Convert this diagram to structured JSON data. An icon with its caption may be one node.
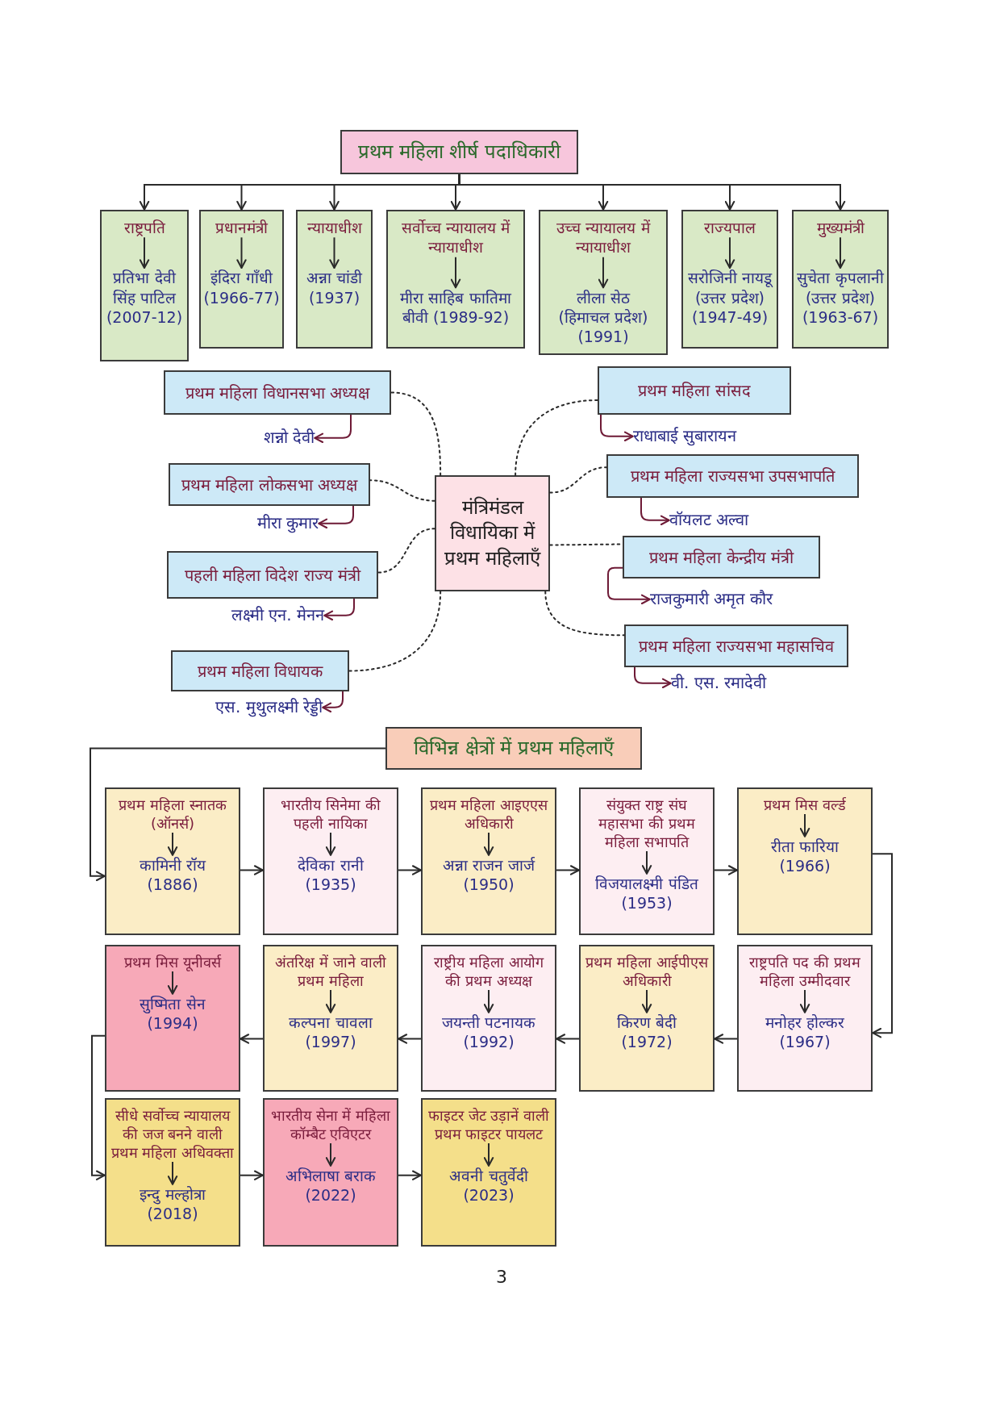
{
  "diagram": {
    "nodes": [
      {
        "text": [
          "प्रथम महिला शीर्ष पदाधिकारी"
        ]
      },
      {
        "text": [],
        "shape": "box"
      },
      {
        "text": [
          "राष्ट्रपति"
        ],
        "in": 1
      },
      {
        "text": [
          "प्रतिभा देवी सिंह पाटिल",
          "(2007-12)"
        ],
        "in": 1
      },
      {
        "text": [],
        "shape": "box"
      },
      {
        "text": [
          "प्रधानमंत्री"
        ],
        "in": 4
      },
      {
        "text": [
          "इंदिरा गाँधी",
          "(1966-77)"
        ],
        "in": 4
      },
      {
        "text": [],
        "shape": "box"
      },
      {
        "text": [
          "न्यायाधीश"
        ],
        "in": 7
      },
      {
        "text": [
          "अन्ना चांडी",
          "(1937)"
        ],
        "in": 7
      },
      {
        "text": [],
        "shape": "box"
      },
      {
        "text": [
          "सर्वोच्च न्यायालय में न्यायाधीश"
        ],
        "in": 10
      },
      {
        "text": [
          "मीरा साहिब फातिमा बीवी (1989-92)"
        ],
        "in": 10
      },
      {
        "text": [],
        "shape": "box"
      },
      {
        "text": [
          "उच्च न्यायालय में न्यायाधीश"
        ],
        "in": 13
      },
      {
        "text": [
          "लीला सेठ",
          "(हिमाचल प्रदेश)",
          "(1991)"
        ],
        "in": 13
      },
      {
        "text": [],
        "shape": "box"
      },
      {
        "text": [
          "राज्यपाल"
        ],
        "in": 16
      },
      {
        "text": [
          "सरोजिनी नायडू",
          "(उत्तर प्रदेश)",
          "(1947-49)"
        ],
        "in": 16
      },
      {
        "text": [],
        "shape": "box"
      },
      {
        "text": [
          "मुख्यमंत्री"
        ],
        "in": 19
      },
      {
        "text": [
          "सुचेता कृपलानी",
          "(उत्तर प्रदेश)",
          "(1963-67)"
        ],
        "in": 19
      },
      {
        "text": [
          "मंत्रिमंडल विधायिका में प्रथम महिलाएँ"
        ]
      },
      {
        "text": [
          "प्रथम महिला विधानसभा अध्यक्ष"
        ]
      },
      {
        "text": [
          "शन्नो देवी"
        ]
      },
      {
        "text": [
          "प्रथम महिला लोकसभा अध्यक्ष"
        ]
      },
      {
        "text": [
          "मीरा कुमार"
        ]
      },
      {
        "text": [
          "पहली महिला विदेश राज्य मंत्री"
        ]
      },
      {
        "text": [
          "लक्ष्मी एन. मेनन"
        ]
      },
      {
        "text": [
          "प्रथम महिला विधायक"
        ]
      },
      {
        "text": [
          "एस. मुथुलक्ष्मी रेड्डी"
        ]
      },
      {
        "text": [
          "प्रथम महिला सांसद"
        ]
      },
      {
        "text": [
          "राधाबाई सुबारायन"
        ]
      },
      {
        "text": [
          "प्रथम महिला राज्यसभा उपसभापति"
        ]
      },
      {
        "text": [
          "वॉयलट अल्वा"
        ]
      },
      {
        "text": [
          "प्रथम महिला केन्द्रीय मंत्री"
        ]
      },
      {
        "text": [
          "राजकुमारी अमृत कौर"
        ]
      },
      {
        "text": [
          "प्रथम महिला राज्यसभा महासचिव"
        ]
      },
      {
        "text": [
          "वी. एस. रमादेवी"
        ]
      },
      {
        "text": [
          "विभिन्न क्षेत्रों में प्रथम महिलाएँ"
        ]
      },
      {
        "text": [],
        "shape": "box"
      },
      {
        "text": [
          "प्रथम महिला स्नातक (ऑनर्स)"
        ],
        "in": 40
      },
      {
        "text": [
          "कामिनी रॉय",
          "(1886)"
        ],
        "in": 40
      },
      {
        "text": [],
        "shape": "box"
      },
      {
        "text": [
          "भारतीय सिनेमा की पहली नायिका"
        ],
        "in": 43
      },
      {
        "text": [
          "देविका रानी",
          "(1935)"
        ],
        "in": 43
      },
      {
        "text": [],
        "shape": "box"
      },
      {
        "text": [
          "प्रथम महिला आइएएस अधिकारी"
        ],
        "in": 46
      },
      {
        "text": [
          "अन्ना राजन जार्ज (1950)"
        ],
        "in": 46
      },
      {
        "text": [],
        "shape": "box"
      },
      {
        "text": [
          "संयुक्त राष्ट्र संघ महासभा की प्रथम महिला सभापति"
        ],
        "in": 49
      },
      {
        "text": [
          "विजयालक्ष्मी पंडित",
          "(1953)"
        ],
        "in": 49
      },
      {
        "text": [],
        "shape": "box"
      },
      {
        "text": [
          "प्रथम मिस वर्ल्ड"
        ],
        "in": 52
      },
      {
        "text": [
          "रीता फारिया",
          "(1966)"
        ],
        "in": 52
      },
      {
        "text": [],
        "shape": "box"
      },
      {
        "text": [
          "प्रथम मिस यूनीवर्स"
        ],
        "in": 55
      },
      {
        "text": [
          "सुष्मिता सेन",
          "(1994)"
        ],
        "in": 55
      },
      {
        "text": [],
        "shape": "box"
      },
      {
        "text": [
          "अंतरिक्ष में जाने वाली प्रथम महिला"
        ],
        "in": 58
      },
      {
        "text": [
          "कल्पना चावला",
          "(1997)"
        ],
        "in": 58
      },
      {
        "text": [],
        "shape": "box"
      },
      {
        "text": [
          "राष्ट्रीय महिला आयोग की प्रथम अध्यक्ष"
        ],
        "in": 61
      },
      {
        "text": [
          "जयन्ती पटनायक",
          "(1992)"
        ],
        "in": 61
      },
      {
        "text": [],
        "shape": "box"
      },
      {
        "text": [
          "प्रथम महिला आईपीएस अधिकारी"
        ],
        "in": 64
      },
      {
        "text": [
          "किरण बेदी",
          "(1972)"
        ],
        "in": 64
      },
      {
        "text": [],
        "shape": "box"
      },
      {
        "text": [
          "राष्ट्रपति पद की प्रथम महिला उम्मीदवार"
        ],
        "in": 67
      },
      {
        "text": [
          "मनोहर होल्कर",
          "(1967)"
        ],
        "in": 67
      },
      {
        "text": [],
        "shape": "box"
      },
      {
        "text": [
          "सीधे सर्वोच्च न्यायालय की जज बनने वाली प्रथम महिला अधिवक्ता"
        ],
        "in": 70
      },
      {
        "text": [
          "इन्दु मल्होत्रा",
          "(2018)"
        ],
        "in": 70
      },
      {
        "text": [],
        "shape": "box"
      },
      {
        "text": [
          "भारतीय सेना में महिला कॉम्बैट एविएटर"
        ],
        "in": 73
      },
      {
        "text": [
          "अभिलाषा बराक",
          "(2022)"
        ],
        "in": 73
      },
      {
        "text": [],
        "shape": "box"
      },
      {
        "text": [
          "फाइटर जेट उड़ानें वाली प्रथम फाइटर पायलट"
        ],
        "in": 76
      },
      {
        "text": [
          "अवनी चतुर्वेदी",
          "(2023)"
        ],
        "in": 76
      }
    ],
    "edges": [
      {
        "from": 0,
        "to": 1,
        "arrow": "to"
      },
      {
        "from": 0,
        "to": 4,
        "arrow": "to"
      },
      {
        "from": 0,
        "to": 7,
        "arrow": "to"
      },
      {
        "from": 0,
        "to": 10,
        "arrow": "to"
      },
      {
        "from": 0,
        "to": 13,
        "arrow": "to"
      },
      {
        "from": 0,
        "to": 16,
        "arrow": "to"
      },
      {
        "from": 0,
        "to": 19,
        "arrow": "to"
      },
      {
        "from": 2,
        "to": 3,
        "arrow": "to"
      },
      {
        "from": 5,
        "to": 6,
        "arrow": "to"
      },
      {
        "from": 8,
        "to": 9,
        "arrow": "to"
      },
      {
        "from": 11,
        "to": 12,
        "arrow": "to"
      },
      {
        "from": 14,
        "to": 15,
        "arrow": "to"
      },
      {
        "from": 17,
        "to": 18,
        "arrow": "to"
      },
      {
        "from": 20,
        "to": 21,
        "arrow": "to"
      },
      {
        "from": 22,
        "to": 23,
        "arrow": "none",
        "style": "dashed"
      },
      {
        "from": 22,
        "to": 25,
        "arrow": "none",
        "style": "dashed"
      },
      {
        "from": 22,
        "to": 27,
        "arrow": "none",
        "style": "dashed"
      },
      {
        "from": 22,
        "to": 29,
        "arrow": "none",
        "style": "dashed"
      },
      {
        "from": 22,
        "to": 31,
        "arrow": "none",
        "style": "dashed"
      },
      {
        "from": 22,
        "to": 33,
        "arrow": "none",
        "style": "dashed"
      },
      {
        "from": 22,
        "to": 35,
        "arrow": "none",
        "style": "dashed"
      },
      {
        "from": 22,
        "to": 37,
        "arrow": "none",
        "style": "dashed"
      },
      {
        "from": 23,
        "to": 24,
        "arrow": "to",
        "color": "#6e1a36"
      },
      {
        "from": 25,
        "to": 26,
        "arrow": "to",
        "color": "#6e1a36"
      },
      {
        "from": 27,
        "to": 28,
        "arrow": "to",
        "color": "#6e1a36"
      },
      {
        "from": 29,
        "to": 30,
        "arrow": "to",
        "color": "#6e1a36"
      },
      {
        "from": 31,
        "to": 32,
        "arrow": "to",
        "color": "#6e1a36"
      },
      {
        "from": 33,
        "to": 34,
        "arrow": "to",
        "color": "#6e1a36"
      },
      {
        "from": 35,
        "to": 36,
        "arrow": "to",
        "color": "#6e1a36"
      },
      {
        "from": 37,
        "to": 38,
        "arrow": "to",
        "color": "#6e1a36"
      },
      {
        "from": 39,
        "to": 40,
        "arrow": "to"
      },
      {
        "from": 40,
        "to": 43,
        "arrow": "to"
      },
      {
        "from": 43,
        "to": 46,
        "arrow": "to"
      },
      {
        "from": 46,
        "to": 49,
        "arrow": "to"
      },
      {
        "from": 49,
        "to": 52,
        "arrow": "to"
      },
      {
        "from": 52,
        "to": 67,
        "arrow": "to"
      },
      {
        "from": 67,
        "to": 64,
        "arrow": "to"
      },
      {
        "from": 64,
        "to": 61,
        "arrow": "to"
      },
      {
        "from": 61,
        "to": 58,
        "arrow": "to"
      },
      {
        "from": 58,
        "to": 55,
        "arrow": "to"
      },
      {
        "from": 55,
        "to": 70,
        "arrow": "to"
      },
      {
        "from": 70,
        "to": 73,
        "arrow": "to"
      },
      {
        "from": 73,
        "to": 76,
        "arrow": "to"
      },
      {
        "from": 41,
        "to": 42,
        "arrow": "to"
      },
      {
        "from": 44,
        "to": 45,
        "arrow": "to"
      },
      {
        "from": 47,
        "to": 48,
        "arrow": "to"
      },
      {
        "from": 50,
        "to": 51,
        "arrow": "to"
      },
      {
        "from": 53,
        "to": 54,
        "arrow": "to"
      },
      {
        "from": 56,
        "to": 57,
        "arrow": "to"
      },
      {
        "from": 59,
        "to": 60,
        "arrow": "to"
      },
      {
        "from": 62,
        "to": 63,
        "arrow": "to"
      },
      {
        "from": 65,
        "to": 66,
        "arrow": "to"
      },
      {
        "from": 68,
        "to": 69,
        "arrow": "to"
      },
      {
        "from": 71,
        "to": 72,
        "arrow": "to"
      },
      {
        "from": 74,
        "to": 75,
        "arrow": "to"
      },
      {
        "from": 77,
        "to": 78,
        "arrow": "to"
      }
    ],
    "labels": [
      "3"
    ]
  }
}
